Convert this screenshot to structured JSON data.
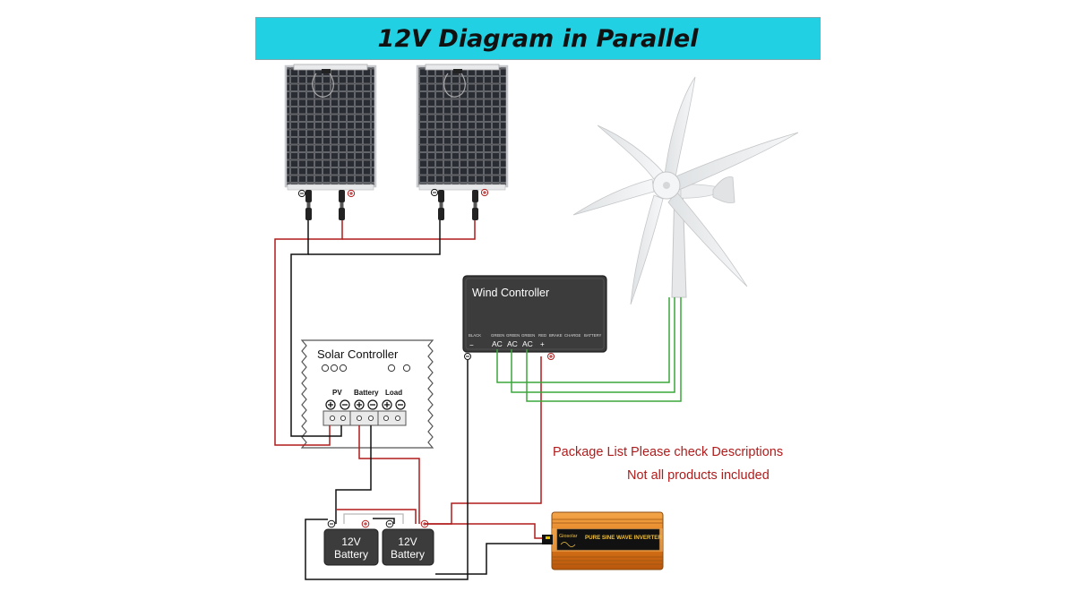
{
  "title": "12V Diagram in Parallel",
  "wind_controller": {
    "name": "Wind Controller",
    "terminals": [
      "BLACK",
      "GREEN",
      "GREEN",
      "GREEN",
      "RED",
      "BRAKE",
      "CHARGE",
      "BATTERY"
    ],
    "minus": "−",
    "ac": [
      "AC",
      "AC",
      "AC"
    ],
    "plus": "+"
  },
  "solar_controller": {
    "name": "Solar Controller",
    "groups": [
      "PV",
      "Battery",
      "Load"
    ]
  },
  "batteries": [
    {
      "line1": "12V",
      "line2": "Battery"
    },
    {
      "line1": "12V",
      "line2": "Battery"
    }
  ],
  "inverter": {
    "label": "PURE SINE WAVE INVERTER",
    "brand": "Giosolar"
  },
  "notes": {
    "line1": "Package List Please check Descriptions",
    "line2": "Not all products included"
  },
  "colors": {
    "title_bg": "#22d0e3",
    "wire_red": "#b01c1c",
    "wire_green": "#3aa63a",
    "wire_black": "#111111",
    "controller_body": "#3c3c3c"
  }
}
